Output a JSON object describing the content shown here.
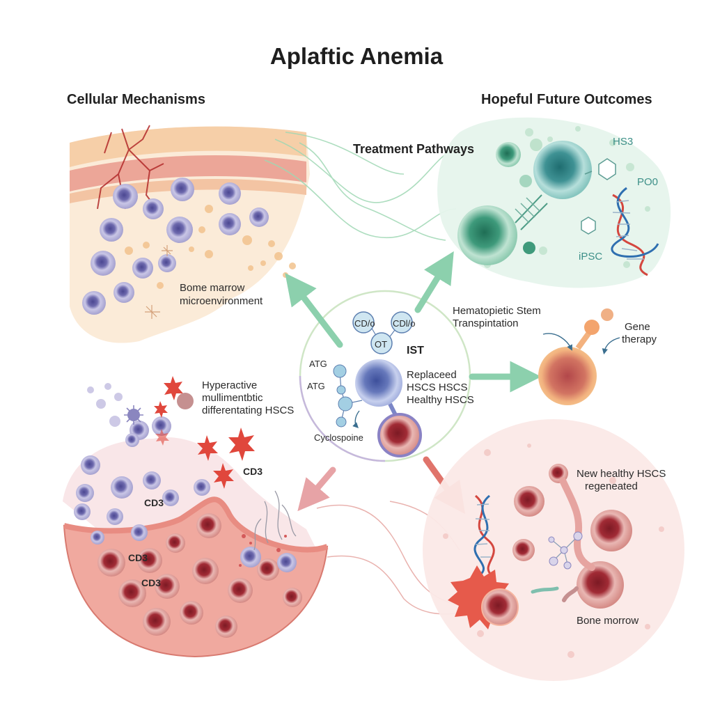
{
  "title": "Aplaftic Anemia",
  "sections": {
    "left_top": "Cellular Mechanisms",
    "right_top": "Hopeful Future Outcomes",
    "treatment": "Treatment Pathways"
  },
  "labels": {
    "bone_marrow_micro": [
      "Bome marrow",
      "microenvironment"
    ],
    "hyperactive": [
      "Hyperactive",
      "mullimentbtic",
      "differentating HSCS"
    ],
    "cd3": [
      "CD3",
      "CD3",
      "CD3",
      "CD3"
    ],
    "hsct": [
      "Hematopietic Stem",
      "Transpintation"
    ],
    "gene_therapy": [
      "Gene",
      "therapy"
    ],
    "new_healthy": [
      "New healthy HSCS",
      "regeneated"
    ],
    "bone_morrow": "Bone morrow",
    "future_cells": {
      "hs3": "HS3",
      "poo": "PO0",
      "ipsc": "iPSC"
    },
    "center": {
      "cd_a": "CD/o",
      "cd_b": "CDl/o",
      "ot": "OT",
      "ist": "IST",
      "atg1": "ATG",
      "atg2": "ATG",
      "cyclo": "Cyclospoine",
      "replaced": [
        "Replaceed",
        "HSCS HSCS",
        "Healthy HSCS"
      ]
    }
  },
  "colors": {
    "teal": "#3d8f88",
    "green_arrow": "#8cd0ad",
    "red_arrow": "#e0746b",
    "purple_cell": "#8a86bf",
    "red_cell": "#a2303a",
    "bone": "#f4c9a8"
  }
}
